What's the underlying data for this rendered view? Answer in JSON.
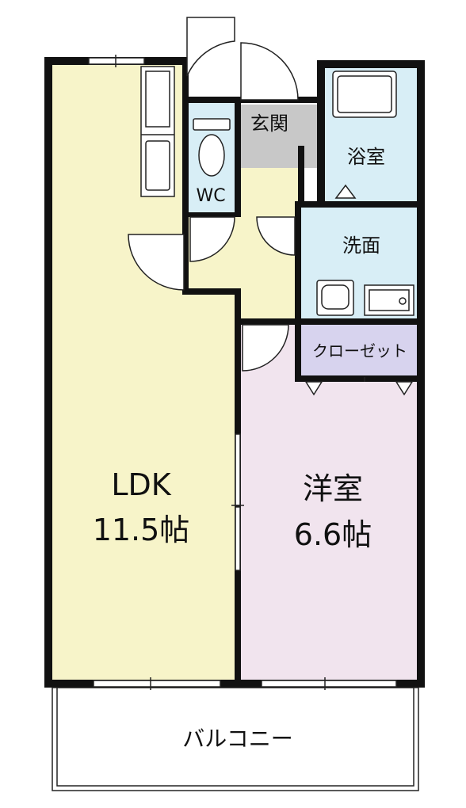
{
  "rooms": {
    "ldk": {
      "name": "LDK",
      "size": "11.5帖"
    },
    "western": {
      "name": "洋室",
      "size": "6.6帖"
    },
    "entrance": {
      "name": "玄関"
    },
    "bath": {
      "name": "浴室"
    },
    "washroom": {
      "name": "洗面"
    },
    "closet": {
      "name": "クローゼット"
    },
    "toilet": {
      "name": "WC"
    },
    "balcony": {
      "name": "バルコニー"
    }
  },
  "colors": {
    "ldk": "#f7f4c9",
    "western": "#f1e4ee",
    "entrance": "#c8c8c8",
    "wet": "#d8eef6",
    "closet": "#d7d3ee",
    "hall": "#f7f4c9",
    "wall": "#111111",
    "balcony": "#ffffff"
  }
}
